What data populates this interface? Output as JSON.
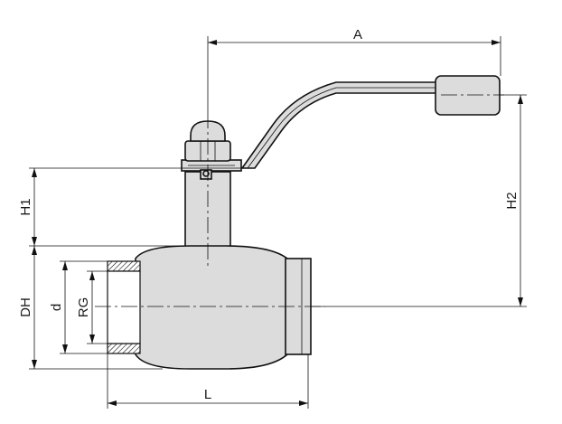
{
  "diagram": {
    "dimension_labels": {
      "a": "A",
      "h1": "H1",
      "h2": "H2",
      "dh": "DH",
      "d": "d",
      "rg": "RG",
      "l": "L"
    }
  }
}
